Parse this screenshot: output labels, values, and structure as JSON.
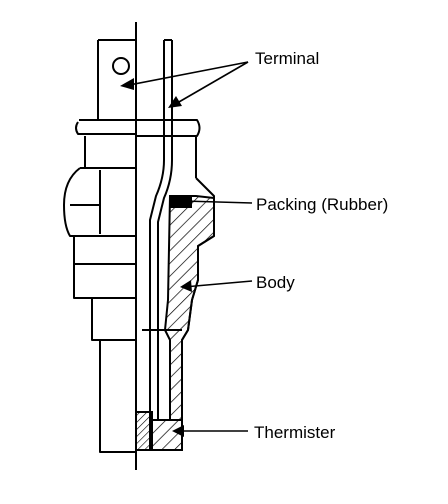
{
  "labels": {
    "terminal": "Terminal",
    "packing": "Packing (Rubber)",
    "body": "Body",
    "thermister": "Thermister"
  },
  "colors": {
    "ink": "#000000",
    "paper": "#ffffff"
  }
}
